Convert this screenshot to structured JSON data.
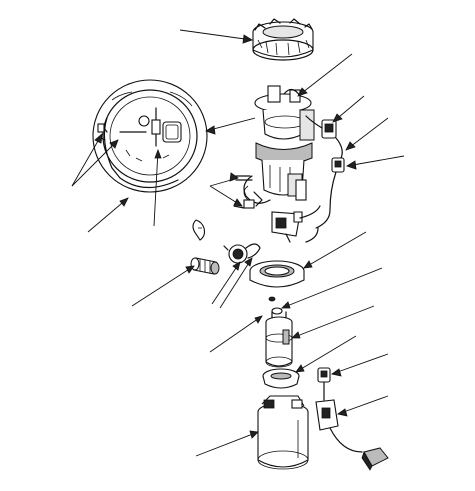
{
  "diagram": {
    "kind": "exploded-parts-view",
    "colors": {
      "line": "#111111",
      "background": "#ffffff",
      "shade": "#bbbbbb"
    },
    "parts": [
      {
        "id": "locking-ring",
        "icon": "ring-icon"
      },
      {
        "id": "pump-housing-top",
        "icon": "assembly-icon"
      },
      {
        "id": "top-view-inset",
        "icon": "inset-icon"
      },
      {
        "id": "wire-connector-upper",
        "icon": "connector-icon"
      },
      {
        "id": "wire-harness-lower",
        "icon": "harness-icon"
      },
      {
        "id": "clips",
        "icon": "clip-icon"
      },
      {
        "id": "hose-clamp",
        "icon": "clamp-icon"
      },
      {
        "id": "fuel-filter-fitting",
        "icon": "fitting-icon"
      },
      {
        "id": "o-rings",
        "icon": "oring-icon"
      },
      {
        "id": "base-gasket",
        "icon": "gasket-icon"
      },
      {
        "id": "fuel-pump-motor",
        "icon": "motor-icon"
      },
      {
        "id": "pump-strainer-base",
        "icon": "strainer-icon"
      },
      {
        "id": "wire-connector-right",
        "icon": "connector-icon"
      },
      {
        "id": "fuel-gauge-sender",
        "icon": "sender-icon"
      },
      {
        "id": "filter-cartridge",
        "icon": "cartridge-icon"
      }
    ]
  }
}
